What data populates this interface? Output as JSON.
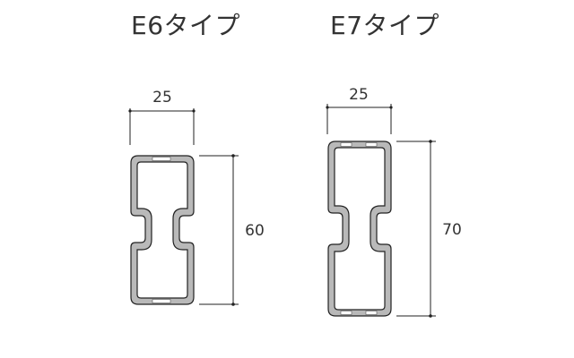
{
  "profiles": [
    {
      "title": "E6タイプ",
      "width_label": "25",
      "height_label": "60"
    },
    {
      "title": "E7タイプ",
      "width_label": "25",
      "height_label": "70"
    }
  ],
  "colors": {
    "profile_fill": "#b9b9b9",
    "line": "#222222",
    "text": "#333333"
  }
}
